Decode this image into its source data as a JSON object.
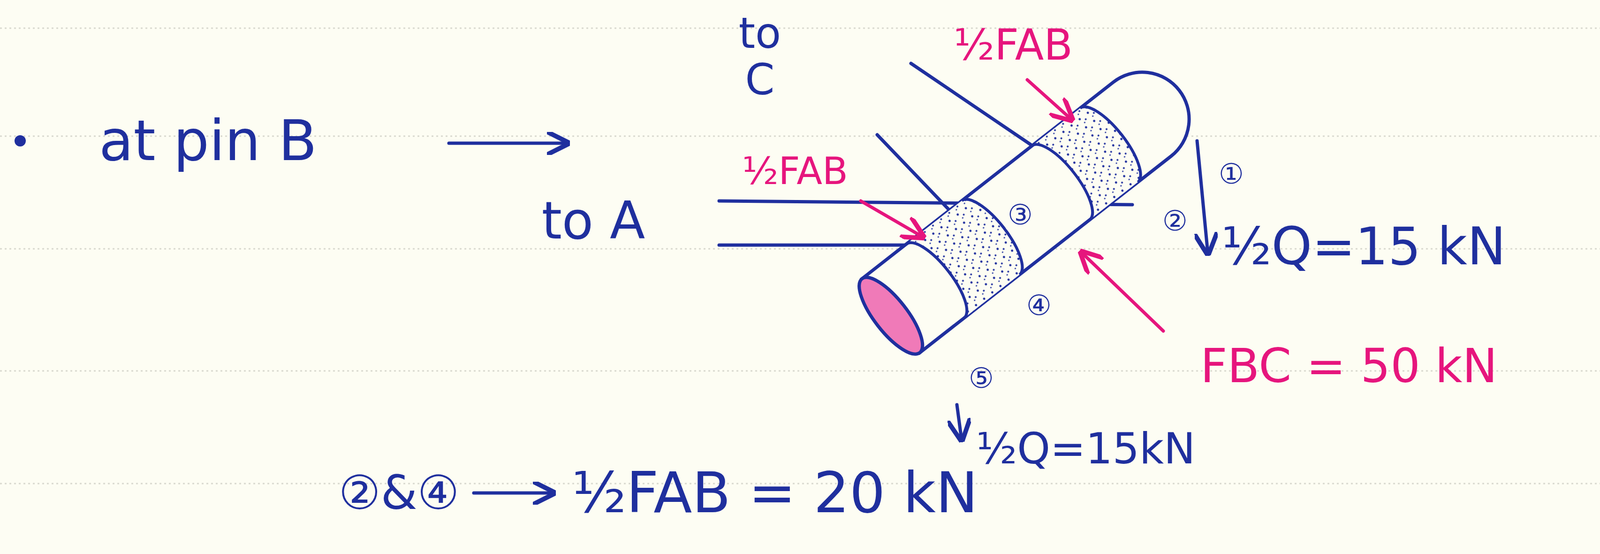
{
  "diagram": {
    "labels": [
      "at pin B",
      "to C",
      "½FAB",
      "½FAB",
      "to A",
      "①",
      "②",
      "③",
      "④",
      "⑤",
      "½Q=15 kN",
      "FBC = 50 kN",
      "½Q=15kN",
      "②&④",
      "½FAB = 20 kN"
    ]
  }
}
